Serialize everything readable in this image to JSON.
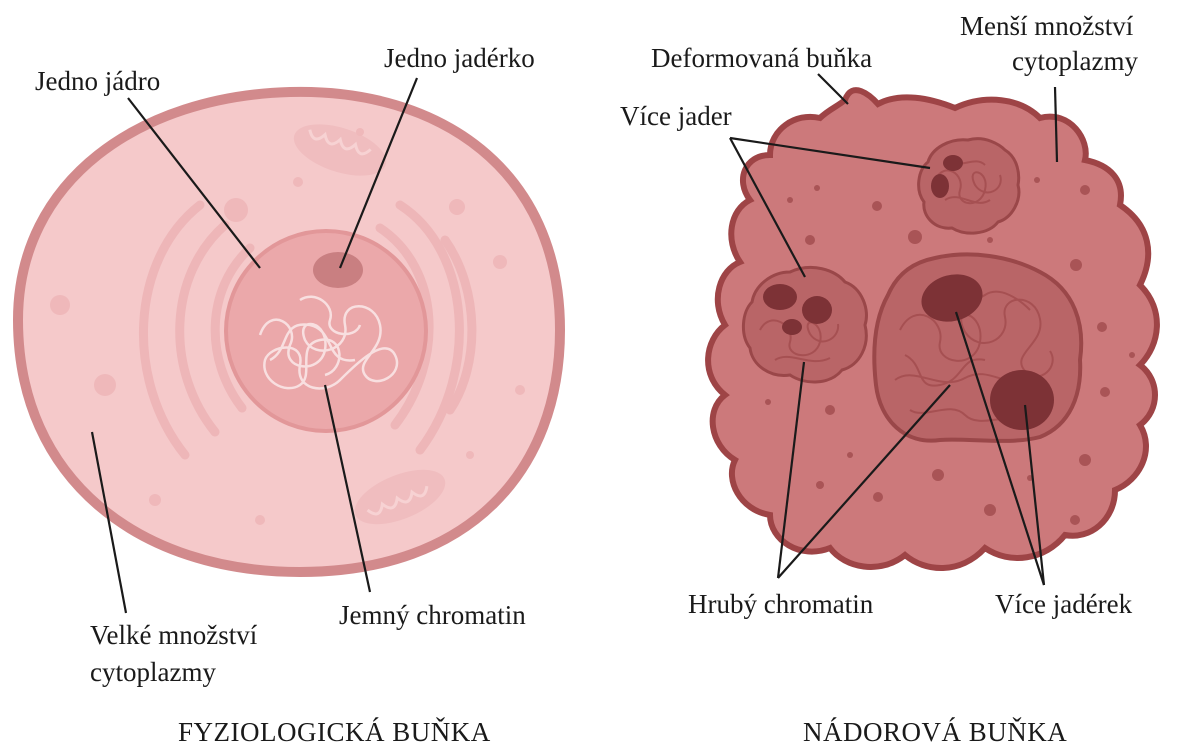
{
  "normal_cell": {
    "title": "FYZIOLOGICKÁ BUŇKA",
    "labels": {
      "one_nucleus": "Jedno jádro",
      "one_nucleolus": "Jedno jadérko",
      "fine_chromatin": "Jemný chromatin",
      "cytoplasm_line1": "Velké množství",
      "cytoplasm_line2": "cytoplazmy"
    }
  },
  "tumor_cell": {
    "title": "NÁDOROVÁ BUŇKA",
    "labels": {
      "deformed_cell": "Deformovaná buňka",
      "less_cytoplasm_line1": "Menší množství",
      "less_cytoplasm_line2": "cytoplazmy",
      "multiple_nuclei": "Více jader",
      "coarse_chromatin": "Hrubý chromatin",
      "multiple_nucleoli": "Více jadérek"
    }
  },
  "colors": {
    "normal_cytoplasm": "#f5c9ca",
    "normal_membrane": "#d28a8c",
    "normal_nucleus": "#eba8aa",
    "normal_nucleolus": "#c97f81",
    "tumor_cytoplasm": "#cc797b",
    "tumor_membrane": "#9e4446",
    "tumor_nucleus": "#b96567",
    "tumor_nucleolus": "#7d3236"
  }
}
